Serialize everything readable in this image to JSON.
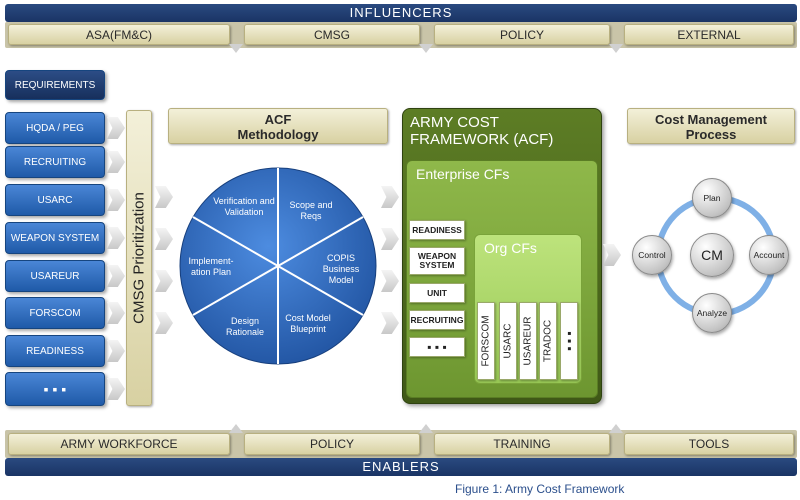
{
  "top": {
    "title": "INFLUENCERS",
    "items": [
      "ASA(FM&C)",
      "CMSG",
      "POLICY",
      "EXTERNAL"
    ]
  },
  "left": {
    "header": "REQUIREMENTS",
    "items": [
      "HQDA / PEG",
      "RECRUITING",
      "USARC",
      "WEAPON SYSTEM",
      "USAREUR",
      "FORSCOM",
      "READINESS",
      "▪ ▪ ▪"
    ],
    "prioritization": "CMSG Prioritization"
  },
  "methodology": {
    "title": "ACF Methodology",
    "segments": [
      "Verification and Validation",
      "Scope and Reqs",
      "COPIS Business Model",
      "Cost Model Blueprint",
      "Design Rationale",
      "Implement- ation Plan"
    ]
  },
  "acf": {
    "title": "ARMY COST FRAMEWORK (ACF)",
    "enterprise_title": "Enterprise CFs",
    "enterprise_items": [
      "READINESS",
      "WEAPON SYSTEM",
      "UNIT",
      "RECRUITING",
      "▪ ▪ ▪"
    ],
    "org_title": "Org CFs",
    "org_items": [
      "FORSCOM",
      "USARC",
      "USAREUR",
      "TRADOC",
      "▪ ▪ ▪"
    ]
  },
  "cost_mgmt": {
    "title": "Cost Management Process",
    "center": "CM",
    "nodes": [
      "Plan",
      "Account",
      "Analyze",
      "Control"
    ]
  },
  "bottom": {
    "items": [
      "ARMY WORKFORCE",
      "POLICY",
      "TRAINING",
      "TOOLS"
    ],
    "title": "ENABLERS"
  },
  "caption": "Figure 1: Army Cost Framework",
  "colors": {
    "navy": "#1f3a6e",
    "blue": "#2f6fc4",
    "tan": "#e4dfbd",
    "green_dark": "#4f6b1e",
    "green_mid": "#7aa33a",
    "green_light": "#a9d36a",
    "pie": "#2b63b5"
  }
}
